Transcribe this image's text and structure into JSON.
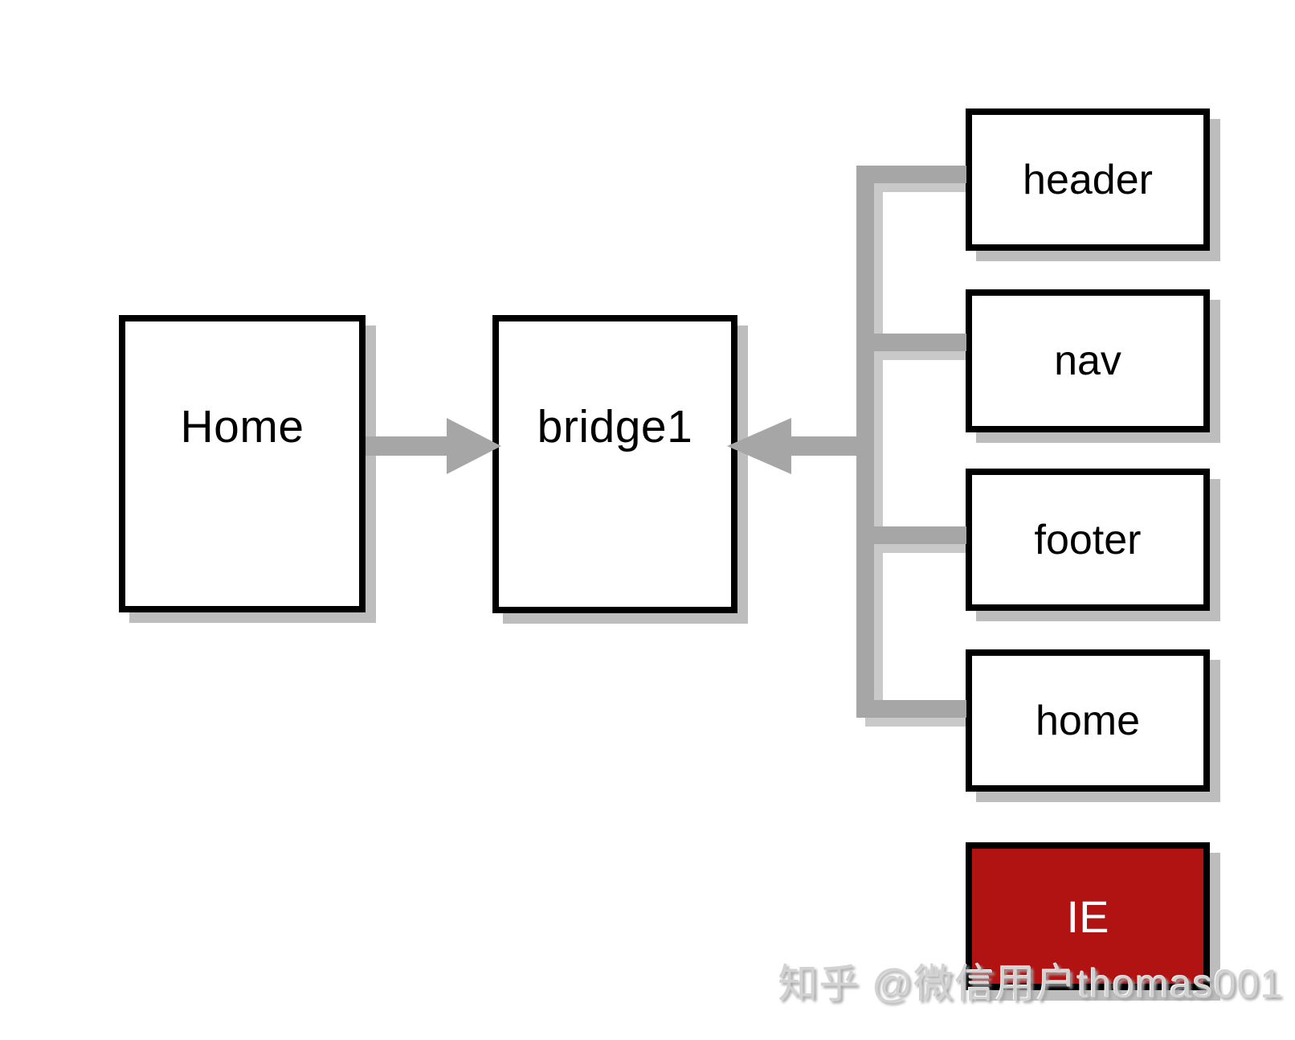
{
  "diagram": {
    "nodes": {
      "home_page": "Home",
      "bridge1": "bridge1",
      "header": "header",
      "nav": "nav",
      "footer": "footer",
      "home_partial": "home",
      "ie": "IE"
    },
    "edges": [
      {
        "from": "Home",
        "to": "bridge1",
        "style": "arrow"
      },
      {
        "from": "header",
        "to": "bracket",
        "style": "line"
      },
      {
        "from": "nav",
        "to": "bracket",
        "style": "line"
      },
      {
        "from": "footer",
        "to": "bracket",
        "style": "line"
      },
      {
        "from": "home",
        "to": "bracket",
        "style": "line"
      },
      {
        "from": "bracket",
        "to": "bridge1",
        "style": "arrow"
      }
    ],
    "colors": {
      "node_fill": "#ffffff",
      "node_border": "#000000",
      "node_shadow": "#bdbdbd",
      "connector": "#a6a6a6",
      "connector_shadow": "#c9c9c9",
      "ie_fill": "#b11212",
      "ie_text": "#ffffff"
    }
  },
  "watermark": {
    "text": "知乎 @微信用户thomas001",
    "color": "#d2d2d2"
  }
}
